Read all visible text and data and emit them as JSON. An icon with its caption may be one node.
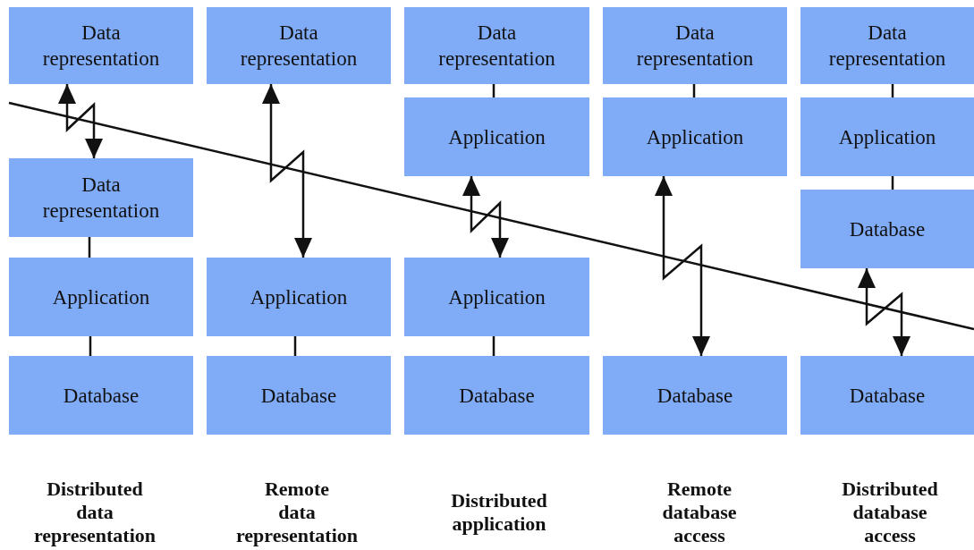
{
  "diagram": {
    "nodes": [
      {
        "text": [
          "Data representation"
        ]
      },
      {
        "text": [
          "Data representation"
        ]
      },
      {
        "text": [
          "Application"
        ]
      },
      {
        "text": [
          "Database"
        ]
      },
      {
        "text": [
          "Data representation"
        ]
      },
      {
        "text": [
          "Application"
        ]
      },
      {
        "text": [
          "Database"
        ]
      },
      {
        "text": [
          "Data representation"
        ]
      },
      {
        "text": [
          "Application"
        ]
      },
      {
        "text": [
          "Application"
        ]
      },
      {
        "text": [
          "Database"
        ]
      },
      {
        "text": [
          "Data representation"
        ]
      },
      {
        "text": [
          "Application"
        ]
      },
      {
        "text": [
          "Database"
        ]
      },
      {
        "text": [
          "Data representation"
        ]
      },
      {
        "text": [
          "Application"
        ]
      },
      {
        "text": [
          "Database"
        ]
      },
      {
        "text": [
          "Database"
        ]
      }
    ],
    "edges": [
      {
        "from": 0,
        "to": 1,
        "arrow": "both"
      },
      {
        "from": 1,
        "to": 2,
        "arrow": "none"
      },
      {
        "from": 2,
        "to": 3,
        "arrow": "none"
      },
      {
        "from": 4,
        "to": 5,
        "arrow": "both"
      },
      {
        "from": 5,
        "to": 6,
        "arrow": "none"
      },
      {
        "from": 7,
        "to": 8,
        "arrow": "none"
      },
      {
        "from": 8,
        "to": 9,
        "arrow": "both"
      },
      {
        "from": 9,
        "to": 10,
        "arrow": "none"
      },
      {
        "from": 11,
        "to": 12,
        "arrow": "none"
      },
      {
        "from": 12,
        "to": 13,
        "arrow": "both"
      },
      {
        "from": 14,
        "to": 15,
        "arrow": "none"
      },
      {
        "from": 15,
        "to": 16,
        "arrow": "none"
      },
      {
        "from": 16,
        "to": 17,
        "arrow": "both"
      }
    ],
    "labels": [
      "Distributed data representation",
      "Remote data representation",
      "Distributed application",
      "Remote database access",
      "Distributed database access"
    ]
  }
}
